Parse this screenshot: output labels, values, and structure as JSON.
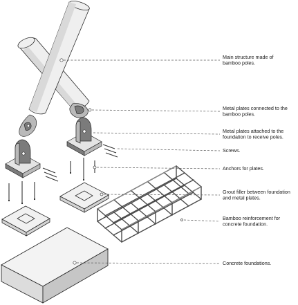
{
  "labels": [
    {
      "id": "main-structure",
      "lines": [
        "Main structure made of",
        "bamboo poles."
      ]
    },
    {
      "id": "metal-plates-connected",
      "lines": [
        "Metal plates connected to the",
        "bamboo poles."
      ]
    },
    {
      "id": "metal-plates-attached",
      "lines": [
        "Metal plates attached to the",
        "foundation to receive poles."
      ]
    },
    {
      "id": "screws",
      "lines": [
        "Screws."
      ]
    },
    {
      "id": "anchors",
      "lines": [
        "Anchors for plates."
      ]
    },
    {
      "id": "grout-filler",
      "lines": [
        "Grout filler between foundation",
        "and metal plates."
      ]
    },
    {
      "id": "bamboo-reinforcement",
      "lines": [
        "Bamboo reinforcement for",
        "concrete foundation."
      ]
    },
    {
      "id": "concrete-foundations",
      "lines": [
        "Concrete foundations."
      ]
    }
  ]
}
